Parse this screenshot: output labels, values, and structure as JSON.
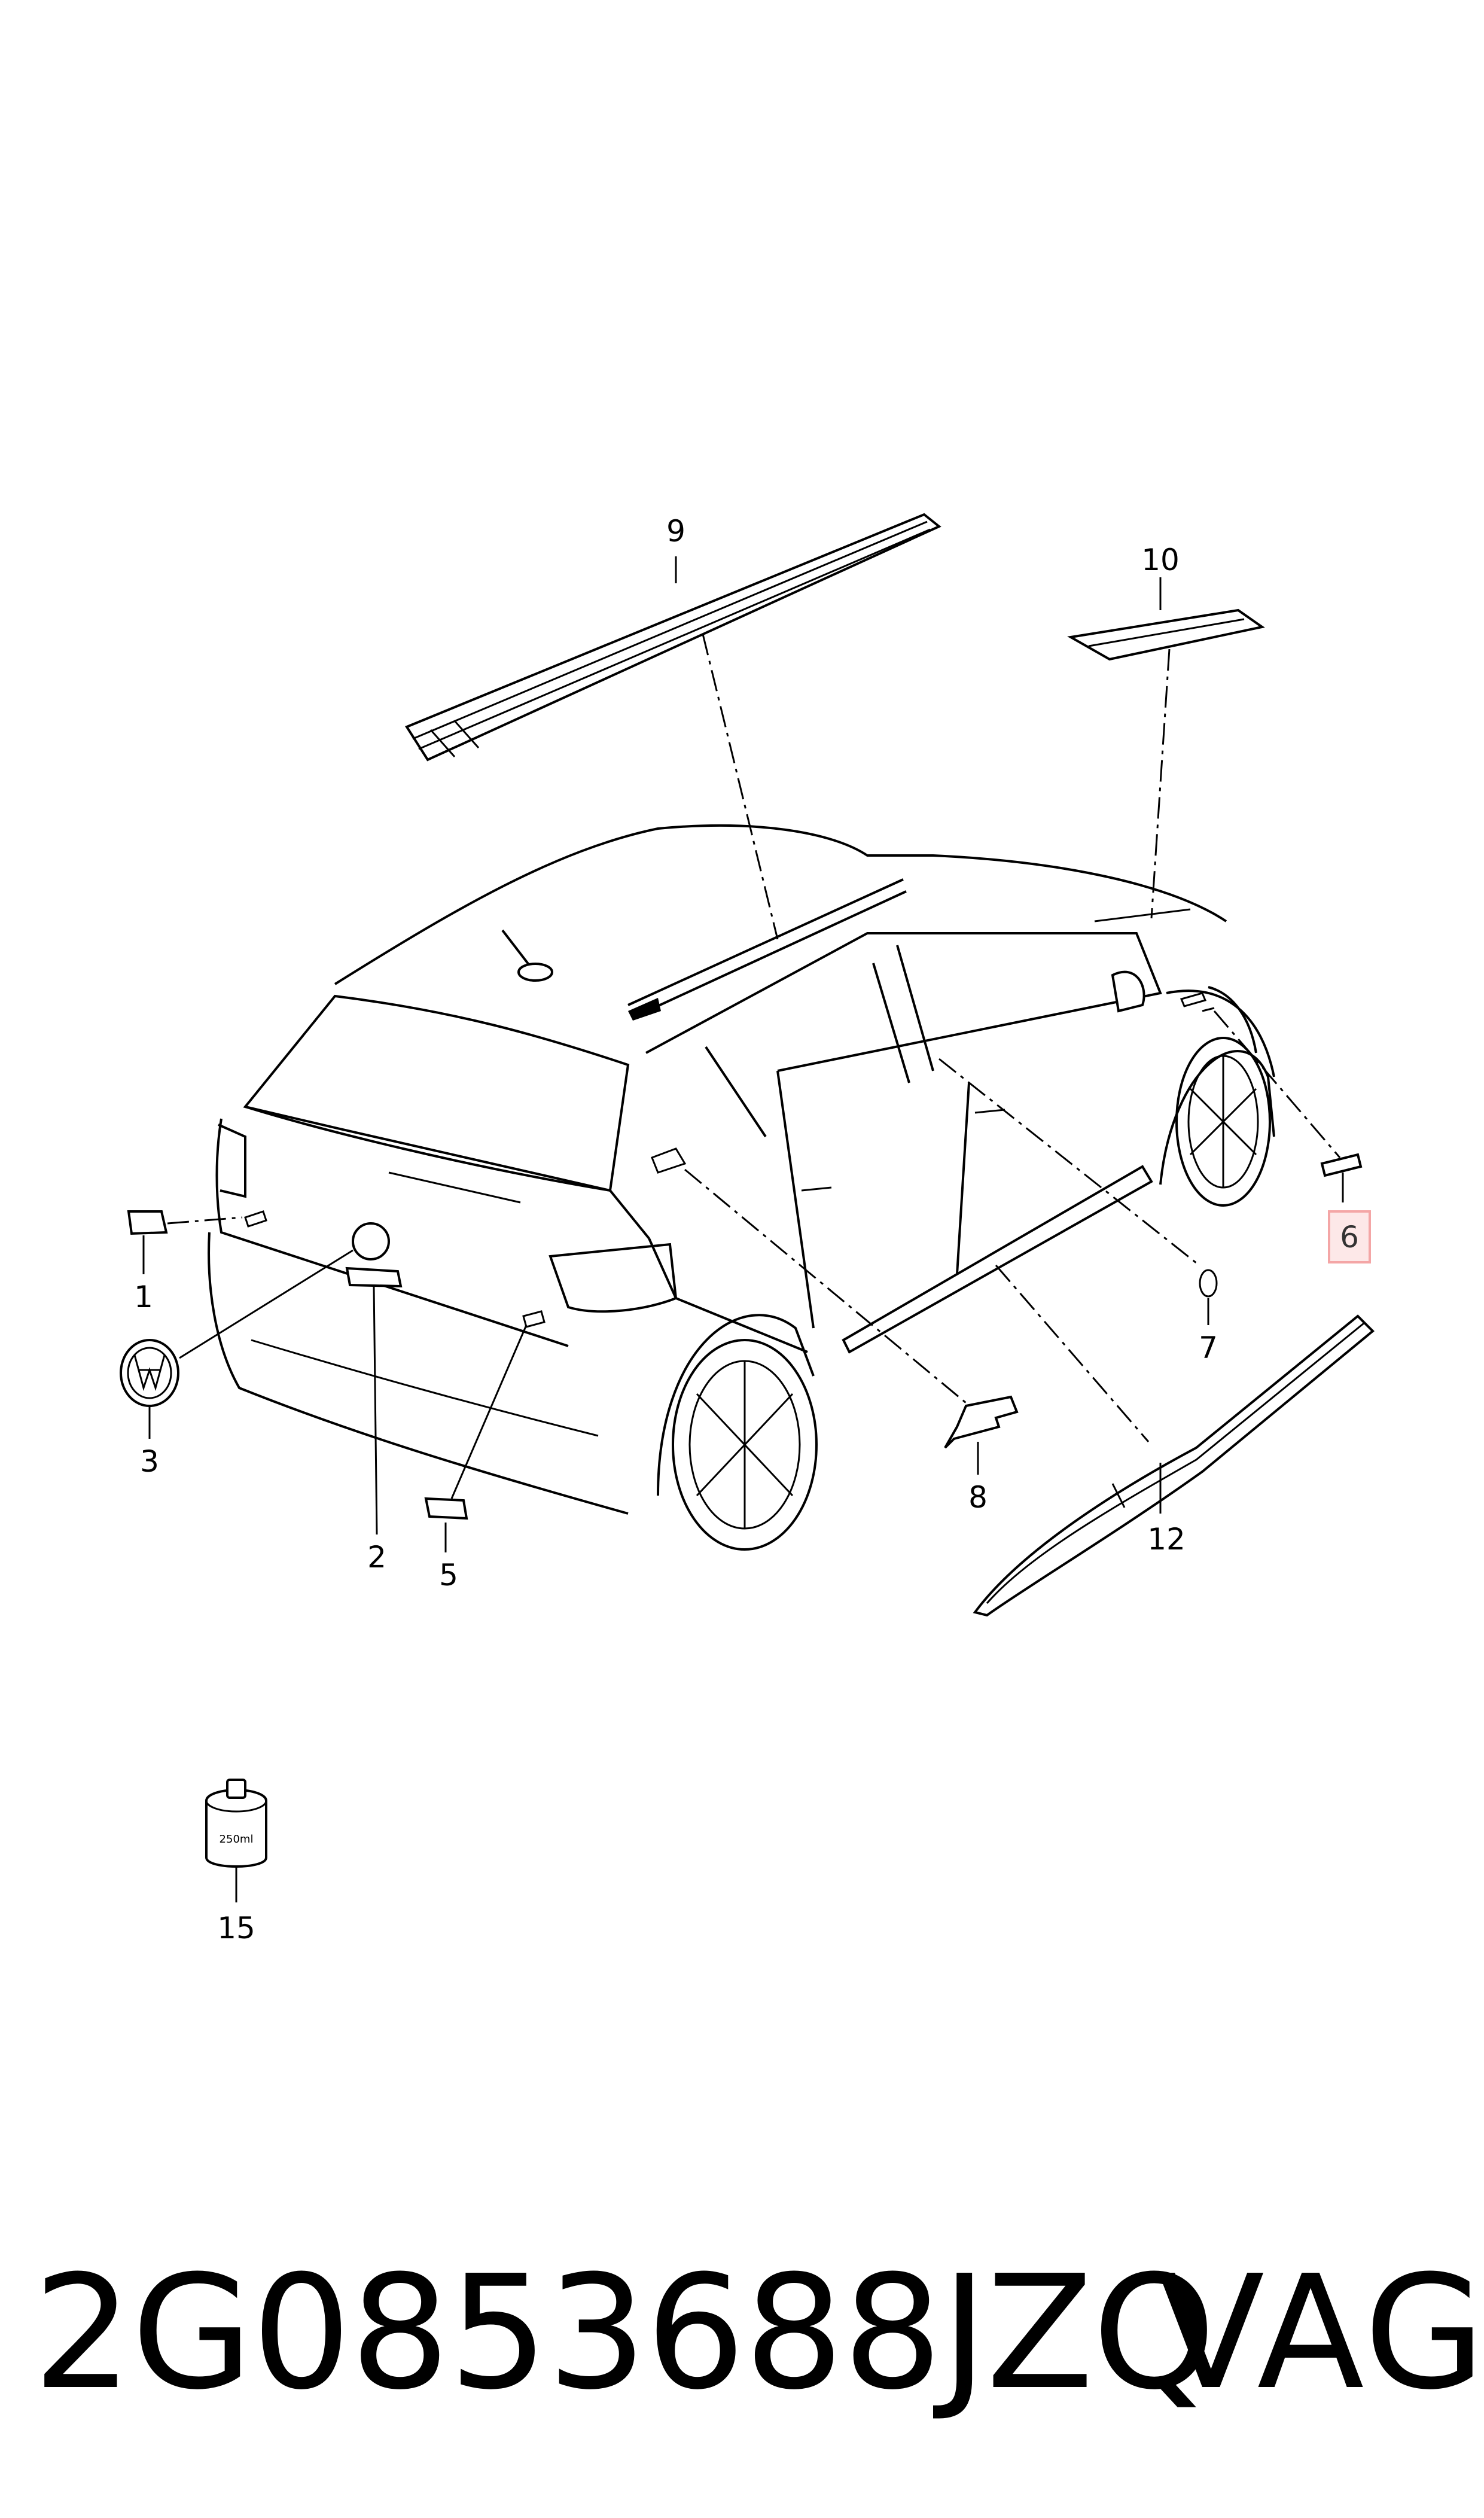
{
  "diagram": {
    "callouts": [
      {
        "id": "9",
        "label": "9"
      },
      {
        "id": "10",
        "label": "10"
      },
      {
        "id": "1",
        "label": "1"
      },
      {
        "id": "3",
        "label": "3"
      },
      {
        "id": "2",
        "label": "2"
      },
      {
        "id": "5",
        "label": "5"
      },
      {
        "id": "6",
        "label": "6",
        "highlighted": true
      },
      {
        "id": "7",
        "label": "7"
      },
      {
        "id": "8",
        "label": "8"
      },
      {
        "id": "12",
        "label": "12"
      },
      {
        "id": "15",
        "label": "15"
      }
    ],
    "canister_label": "250ml",
    "highlight_color": "#f4a6a6"
  },
  "footer": {
    "part_number": "2G0853688JZQ",
    "brand": "VAG"
  }
}
